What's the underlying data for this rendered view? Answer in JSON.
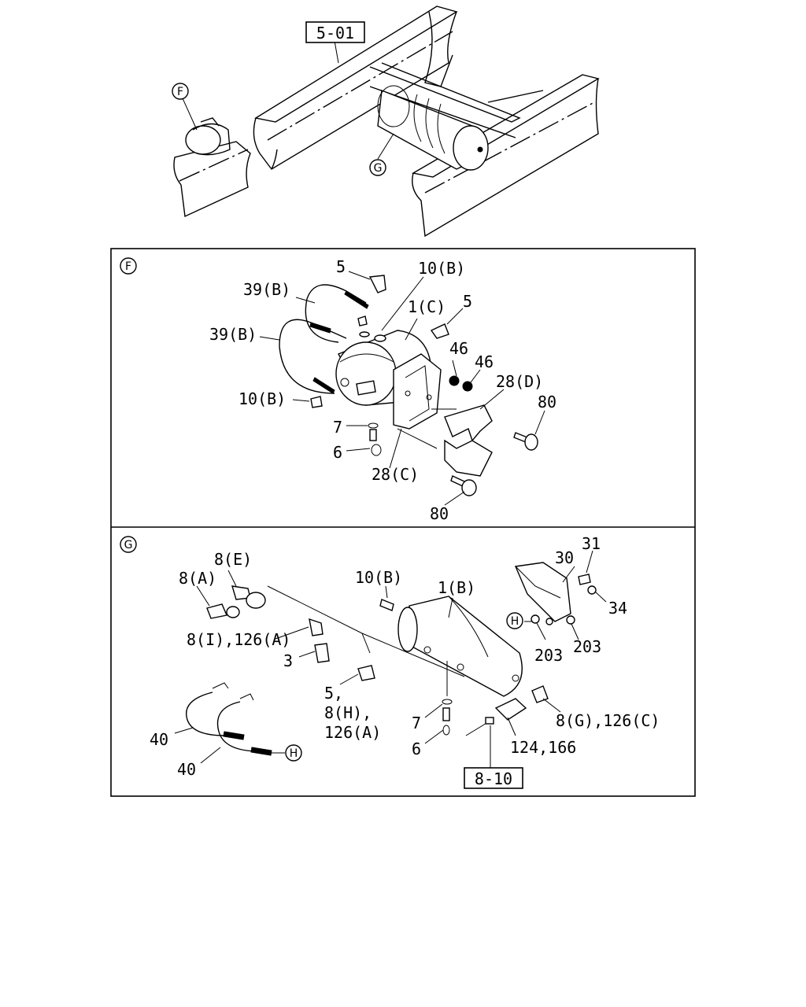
{
  "overview": {
    "ref_box": "5-01",
    "callout_f": "F",
    "callout_g": "G"
  },
  "panel_f": {
    "badge": "F",
    "labels": {
      "p5_top": "5",
      "p10b_top": "10(B)",
      "p39b_upper": "39(B)",
      "p1c": "1(C)",
      "p5_right": "5",
      "p39b_lower": "39(B)",
      "p46_a": "46",
      "p46_b": "46",
      "p28d": "28(D)",
      "p10b_left": "10(B)",
      "p80_right": "80",
      "p7": "7",
      "p6": "6",
      "p28c": "28(C)",
      "p80_bottom": "80"
    }
  },
  "panel_g": {
    "badge": "G",
    "labels": {
      "p8e": "8(E)",
      "p31": "31",
      "p8a": "8(A)",
      "p30": "30",
      "p10b": "10(B)",
      "p1b": "1(B)",
      "p34": "34",
      "p8i": "8(I),126(A)",
      "p203_right": "203",
      "p3": "3",
      "p203_left": "203",
      "p5": "5,",
      "p8h": "8(H),",
      "p126a": "126(A)",
      "p8g": "8(G),126(C)",
      "p7": "7",
      "p40_upper": "40",
      "p124": "124,166",
      "p6": "6",
      "p40_lower": "40",
      "ref_box": "8-10",
      "callout_h_top": "H",
      "callout_h_bottom": "H"
    }
  }
}
